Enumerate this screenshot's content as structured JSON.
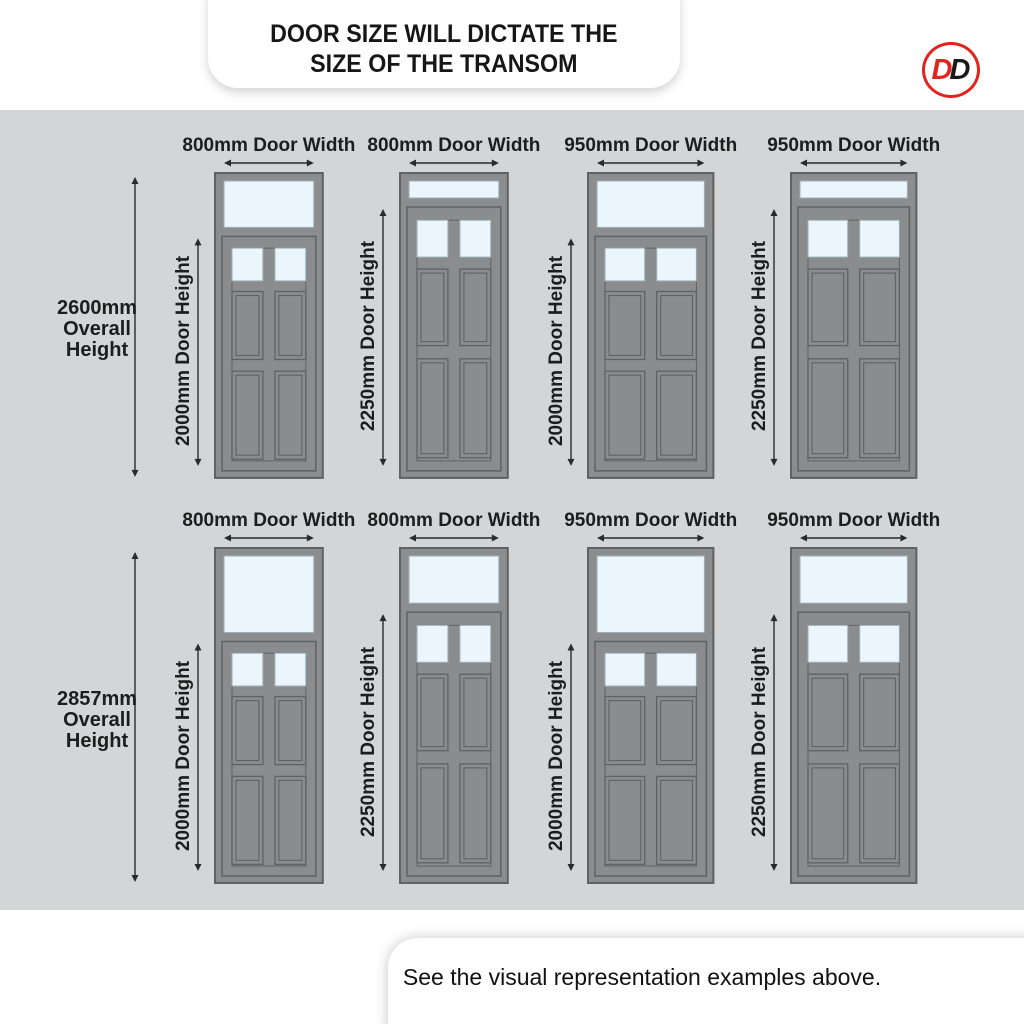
{
  "header": {
    "title_line1": "DOOR SIZE WILL DICTATE THE",
    "title_line2": "SIZE OF THE TRANSOM"
  },
  "logo": {
    "letters": [
      "D",
      "D"
    ]
  },
  "footer": {
    "note": "See the visual representation examples above."
  },
  "colors": {
    "accent_red": "#e2231e",
    "band_bg": "#d4d5d6",
    "frame_fill": "#8b8d8f",
    "door_fill": "#8a8c8e",
    "outline": "#5f6163",
    "glass_fill": "#eaf5fc",
    "glass_stroke": "#9db0ba",
    "arrow": "#2a2a2a",
    "text": "#1d1d1d"
  },
  "rows": [
    {
      "overall": {
        "mm": 2600,
        "lines": [
          "2600mm",
          "Overall",
          "Height"
        ]
      },
      "doors": [
        {
          "width_mm": 800,
          "height_mm": 2000,
          "width_label": "800mm Door Width",
          "height_label": "2000mm Door Height"
        },
        {
          "width_mm": 800,
          "height_mm": 2250,
          "width_label": "800mm Door Width",
          "height_label": "2250mm Door Height"
        },
        {
          "width_mm": 950,
          "height_mm": 2000,
          "width_label": "950mm Door Width",
          "height_label": "2000mm Door Height"
        },
        {
          "width_mm": 950,
          "height_mm": 2250,
          "width_label": "950mm Door Width",
          "height_label": "2250mm Door Height"
        }
      ]
    },
    {
      "overall": {
        "mm": 2857,
        "lines": [
          "2857mm",
          "Overall",
          "Height"
        ]
      },
      "doors": [
        {
          "width_mm": 800,
          "height_mm": 2000,
          "width_label": "800mm Door Width",
          "height_label": "2000mm Door Height"
        },
        {
          "width_mm": 800,
          "height_mm": 2250,
          "width_label": "800mm Door Width",
          "height_label": "2250mm Door Height"
        },
        {
          "width_mm": 950,
          "height_mm": 2000,
          "width_label": "950mm Door Width",
          "height_label": "2000mm Door Height"
        },
        {
          "width_mm": 950,
          "height_mm": 2250,
          "width_label": "950mm Door Width",
          "height_label": "2250mm Door Height"
        }
      ]
    }
  ]
}
